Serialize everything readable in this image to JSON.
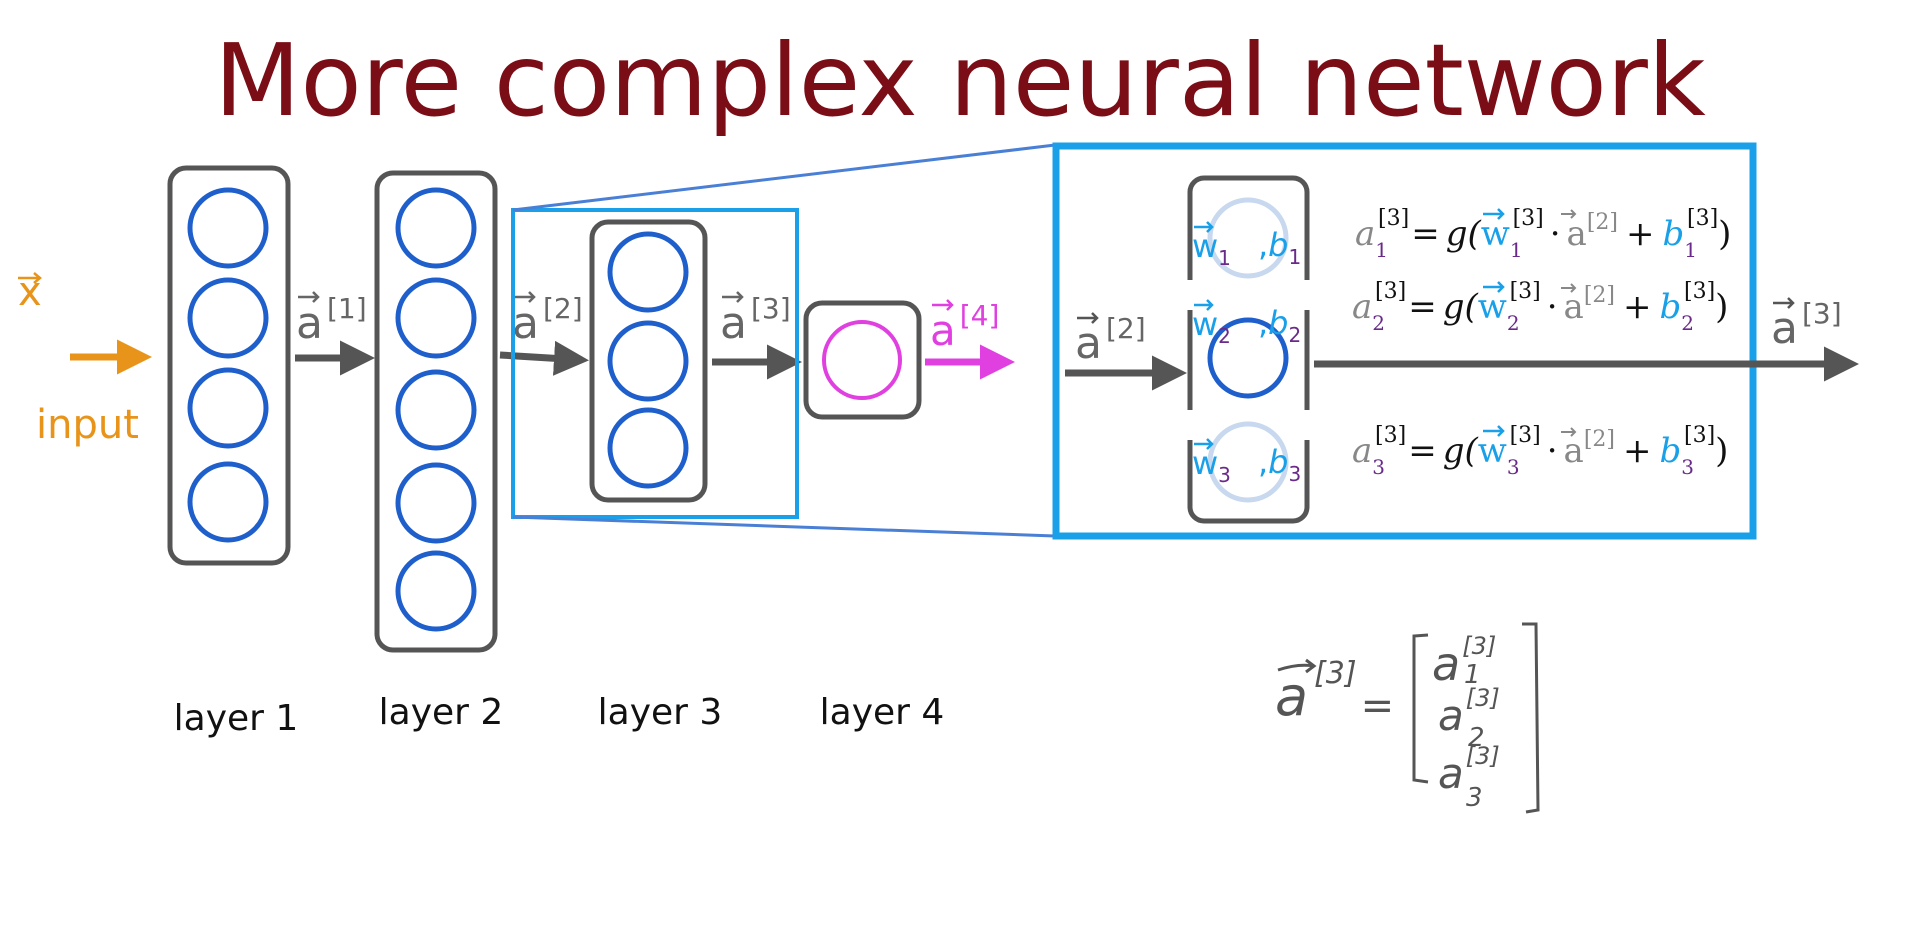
{
  "title": "More complex neural network",
  "input": {
    "vec": "x",
    "label": "input",
    "color": "#e8941a"
  },
  "layers": [
    {
      "label": "layer 1",
      "units": 4
    },
    {
      "label": "layer 2",
      "units": 5
    },
    {
      "label": "layer 3",
      "units": 3
    },
    {
      "label": "layer 4",
      "units": 1
    }
  ],
  "arrows": {
    "a1": {
      "base": "a",
      "sup": "[1]"
    },
    "a2": {
      "base": "a",
      "sup": "[2]"
    },
    "a3": {
      "base": "a",
      "sup": "[3]"
    },
    "a4": {
      "base": "a",
      "sup": "[4]"
    }
  },
  "zoom": {
    "input": {
      "base": "a",
      "sup": "[2]"
    },
    "output": {
      "base": "a",
      "sup": "[3]"
    },
    "units": [
      {
        "w": "w",
        "wsub": "1",
        "b": "b",
        "bsub": "1"
      },
      {
        "w": "w",
        "wsub": "2",
        "b": "b",
        "bsub": "2"
      },
      {
        "w": "w",
        "wsub": "3",
        "b": "b",
        "bsub": "3"
      }
    ],
    "equations": [
      {
        "lhs": "a",
        "lsub": "1",
        "lsup": "[3]",
        "eq": "=",
        "g": "g(",
        "w": "w",
        "wsub": "1",
        "wsup": "[3]",
        "dot": "·",
        "a": "a",
        "asup": "[2]",
        "plus": "+",
        "b": "b",
        "bsub": "1",
        "bsup": "[3]",
        "close": ")"
      },
      {
        "lhs": "a",
        "lsub": "2",
        "lsup": "[3]",
        "eq": "=",
        "g": "g(",
        "w": "w",
        "wsub": "2",
        "wsup": "[3]",
        "dot": "·",
        "a": "a",
        "asup": "[2]",
        "plus": "+",
        "b": "b",
        "bsub": "2",
        "bsup": "[3]",
        "close": ")"
      },
      {
        "lhs": "a",
        "lsub": "3",
        "lsup": "[3]",
        "eq": "=",
        "g": "g(",
        "w": "w",
        "wsub": "3",
        "wsup": "[3]",
        "dot": "·",
        "a": "a",
        "asup": "[2]",
        "plus": "+",
        "b": "b",
        "bsub": "3",
        "bsup": "[3]",
        "close": ")"
      }
    ]
  },
  "handwritten": {
    "lhs": "a",
    "lhs_sup": "[3]",
    "eq": "=",
    "entries": [
      {
        "base": "a",
        "sup": "[3]",
        "sub": "1"
      },
      {
        "base": "a",
        "sup": "[3]",
        "sub": "2"
      },
      {
        "base": "a",
        "sup": "[3]",
        "sub": "3"
      }
    ]
  },
  "colors": {
    "title": "#7a0d16",
    "neuron": "#1f5fcc",
    "output_neuron": "#e040e0",
    "box": "#555555",
    "highlight": "#1aa0e8",
    "arrow": "#555555",
    "input": "#e8941a",
    "purple": "#6a2a8a"
  }
}
